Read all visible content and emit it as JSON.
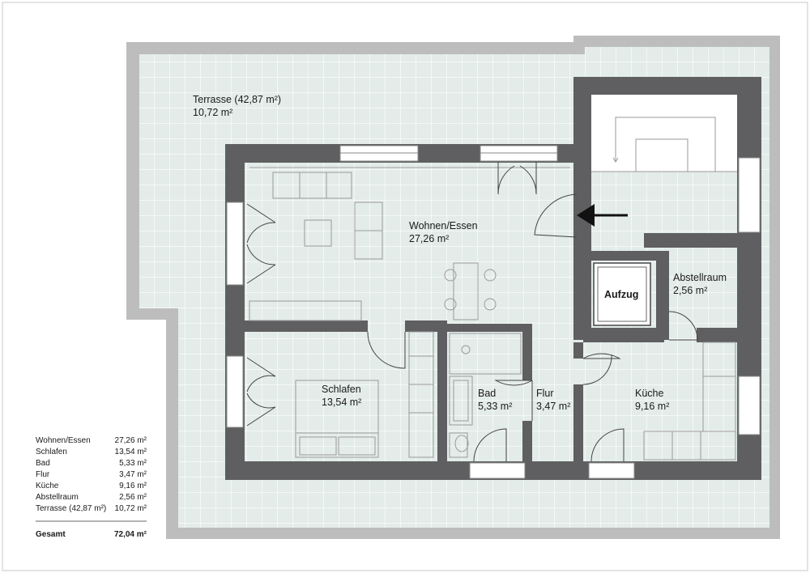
{
  "rooms": {
    "terrasse": {
      "name": "Terrasse (42,87 m²)",
      "area": "10,72 m²"
    },
    "wohnen": {
      "name": "Wohnen/Essen",
      "area": "27,26 m²"
    },
    "schlafen": {
      "name": "Schlafen",
      "area": "13,54 m²"
    },
    "bad": {
      "name": "Bad",
      "area": "5,33 m²"
    },
    "flur": {
      "name": "Flur",
      "area": "3,47 m²"
    },
    "kueche": {
      "name": "Küche",
      "area": "9,16 m²"
    },
    "abstell": {
      "name": "Abstellraum",
      "area": "2,56 m²"
    },
    "aufzug": {
      "name": "Aufzug"
    }
  },
  "summary": {
    "rows": [
      {
        "name": "Wohnen/Essen",
        "area": "27,26 m²"
      },
      {
        "name": "Schlafen",
        "area": "13,54 m²"
      },
      {
        "name": "Bad",
        "area": "5,33 m²"
      },
      {
        "name": "Flur",
        "area": "3,47 m²"
      },
      {
        "name": "Küche",
        "area": "9,16 m²"
      },
      {
        "name": "Abstellraum",
        "area": "2,56 m²"
      },
      {
        "name": "Terrasse (42,87 m²)",
        "area": "10,72 m²"
      }
    ],
    "total_label": "Gesamt",
    "total_area": "72,04 m²"
  },
  "colors": {
    "wall": "#5f5f61",
    "terrace_fill": "#e3ece8",
    "terrace_grid": "#ffffff",
    "parapet": "#bdbdbd"
  }
}
